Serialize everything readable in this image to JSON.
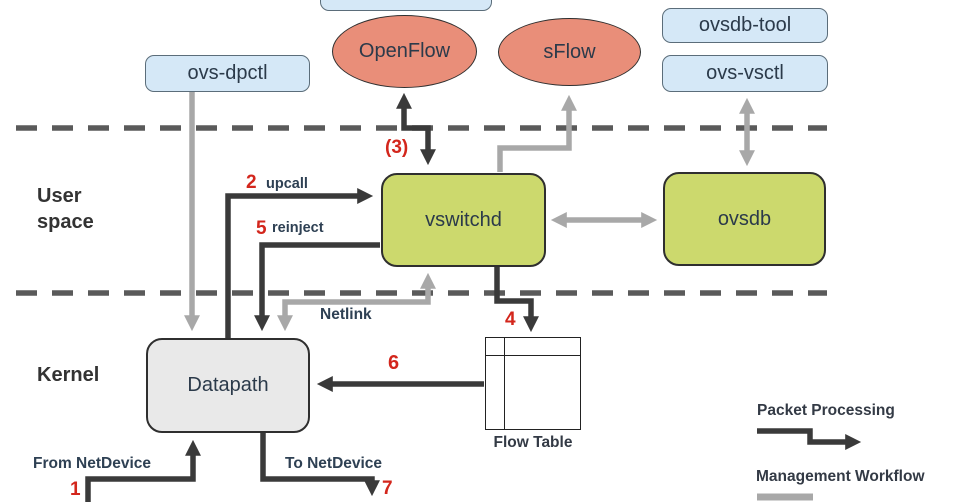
{
  "regions": {
    "user_space": "User space",
    "kernel": "Kernel"
  },
  "nodes": {
    "ovs_dpctl": "ovs-dpctl",
    "openflow": "OpenFlow",
    "sflow": "sFlow",
    "ovsdb_tool": "ovsdb-tool",
    "ovs_vsctl": "ovs-vsctl",
    "vswitchd": "vswitchd",
    "ovsdb": "ovsdb",
    "datapath": "Datapath",
    "flow_table": "Flow Table"
  },
  "flow_labels": {
    "step_1": "1",
    "step_2": "2",
    "upcall": "upcall",
    "step_3": "(3)",
    "step_4": "4",
    "step_5": "5",
    "reinject": "reinject",
    "step_6": "6",
    "step_7": "7",
    "netlink": "Netlink",
    "from_netdevice": "From NetDevice",
    "to_netdevice": "To NetDevice"
  },
  "legend": {
    "packet_processing": "Packet Processing",
    "management_workflow": "Management Workflow"
  },
  "colors": {
    "tool_box_fill": "#d5e8f7",
    "tool_box_border": "#5b6d7a",
    "protocol_fill": "#e98e79",
    "daemon_fill": "#ccd96d",
    "kernel_box_fill": "#e9e9e9",
    "node_border": "#2f2f2f",
    "packet_arrow": "#3a3a3a",
    "management_arrow": "#a8a8a8",
    "boundary_dash": "#5a5a5a",
    "step_number": "#d3261c"
  }
}
